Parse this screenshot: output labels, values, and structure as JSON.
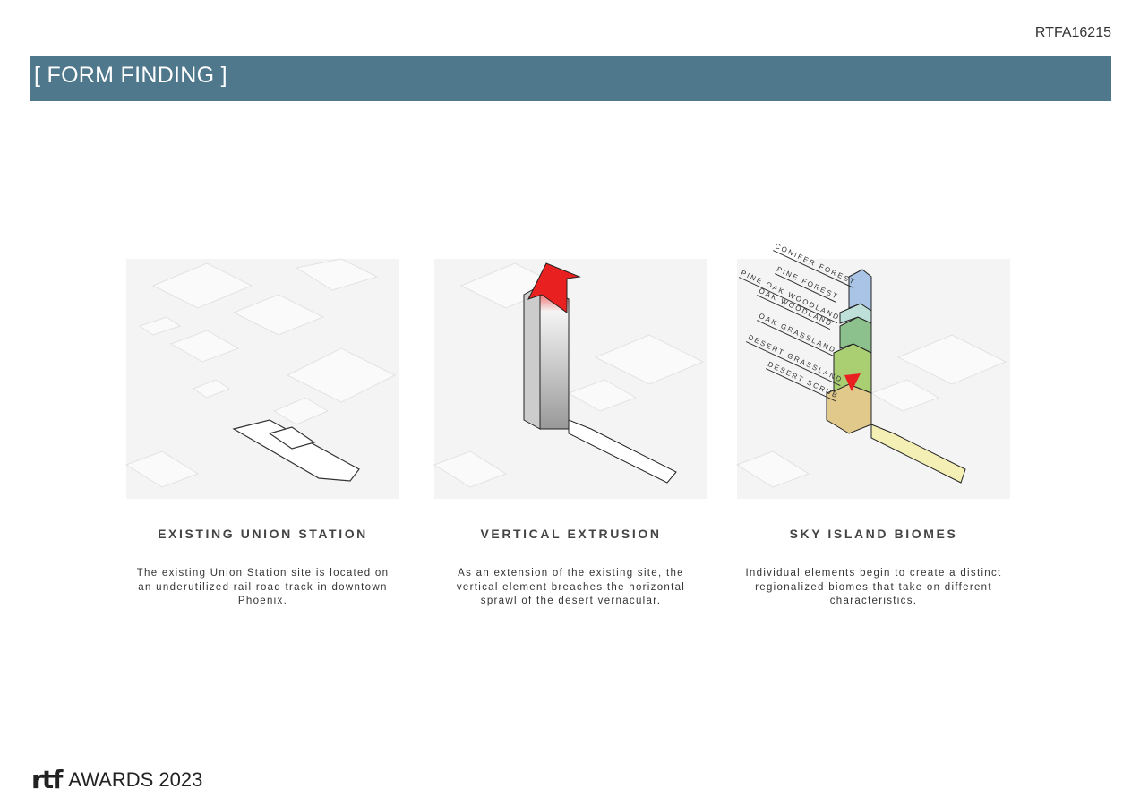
{
  "header": {
    "code": "RTFA16215",
    "title": "[ FORM FINDING ]"
  },
  "panels": [
    {
      "title": "EXISTING UNION STATION",
      "description": [
        "The existing Union Station site is located on",
        "an underutilized rail road track in downtown",
        "Phoenix."
      ]
    },
    {
      "title": "VERTICAL EXTRUSION",
      "description": [
        "As an extension of the existing site, the",
        "vertical element breaches the horizontal",
        "sprawl of the desert vernacular."
      ]
    },
    {
      "title": "SKY ISLAND BIOMES",
      "description": [
        "Individual elements begin to create a distinct",
        "regionalized biomes that take on different",
        "characteristics."
      ],
      "biomes": [
        "CONIFER FOREST",
        "PINE FOREST",
        "PINE OAK WOODLAND",
        "OAK WOODLAND",
        "OAK GRASSLAND",
        "DESERT GRASSLAND",
        "DESERT SCRUB"
      ]
    }
  ],
  "footer": {
    "logo_mark": "rtf",
    "logo_text": "AWARDS 2023"
  },
  "colors": {
    "banner": "#4f788d",
    "arrow": "#e02020"
  }
}
